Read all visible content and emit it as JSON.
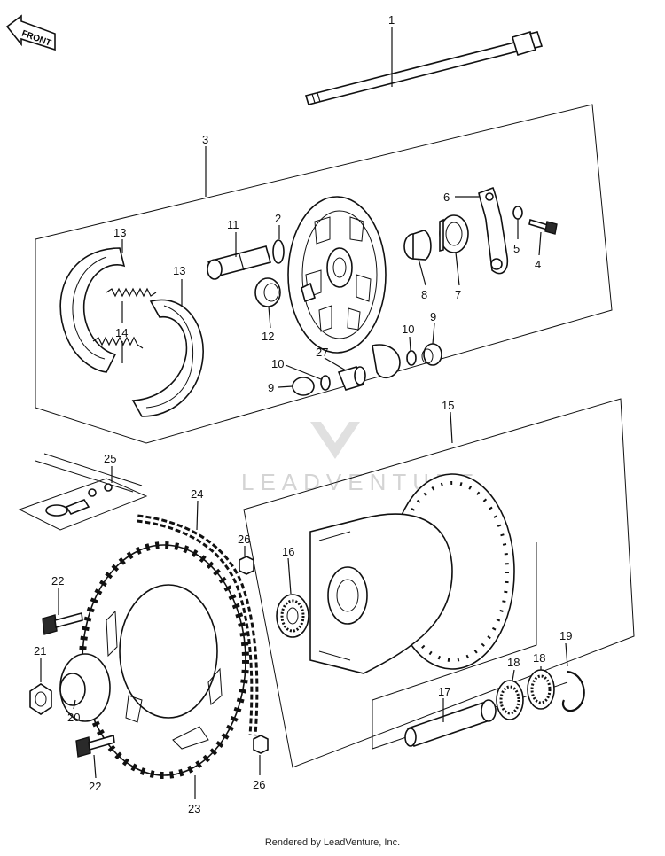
{
  "diagram": {
    "front_arrow_label": "FRONT",
    "watermark": "LEADVENTURE",
    "footer": "Rendered by LeadVenture, Inc.",
    "callouts": [
      {
        "id": "c1",
        "label": "1"
      },
      {
        "id": "c2",
        "label": "2"
      },
      {
        "id": "c3",
        "label": "3"
      },
      {
        "id": "c4",
        "label": "4"
      },
      {
        "id": "c5",
        "label": "5"
      },
      {
        "id": "c6",
        "label": "6"
      },
      {
        "id": "c7",
        "label": "7"
      },
      {
        "id": "c8",
        "label": "8"
      },
      {
        "id": "c9a",
        "label": "9"
      },
      {
        "id": "c9b",
        "label": "9"
      },
      {
        "id": "c10a",
        "label": "10"
      },
      {
        "id": "c10b",
        "label": "10"
      },
      {
        "id": "c11",
        "label": "11"
      },
      {
        "id": "c12",
        "label": "12"
      },
      {
        "id": "c13a",
        "label": "13"
      },
      {
        "id": "c13b",
        "label": "13"
      },
      {
        "id": "c14",
        "label": "14"
      },
      {
        "id": "c15",
        "label": "15"
      },
      {
        "id": "c16",
        "label": "16"
      },
      {
        "id": "c17",
        "label": "17"
      },
      {
        "id": "c18a",
        "label": "18"
      },
      {
        "id": "c18b",
        "label": "18"
      },
      {
        "id": "c19",
        "label": "19"
      },
      {
        "id": "c20",
        "label": "20"
      },
      {
        "id": "c21",
        "label": "21"
      },
      {
        "id": "c22a",
        "label": "22"
      },
      {
        "id": "c22b",
        "label": "22"
      },
      {
        "id": "c23",
        "label": "23"
      },
      {
        "id": "c24",
        "label": "24"
      },
      {
        "id": "c25",
        "label": "25"
      },
      {
        "id": "c26a",
        "label": "26"
      },
      {
        "id": "c26b",
        "label": "26"
      },
      {
        "id": "c27",
        "label": "27"
      }
    ]
  }
}
